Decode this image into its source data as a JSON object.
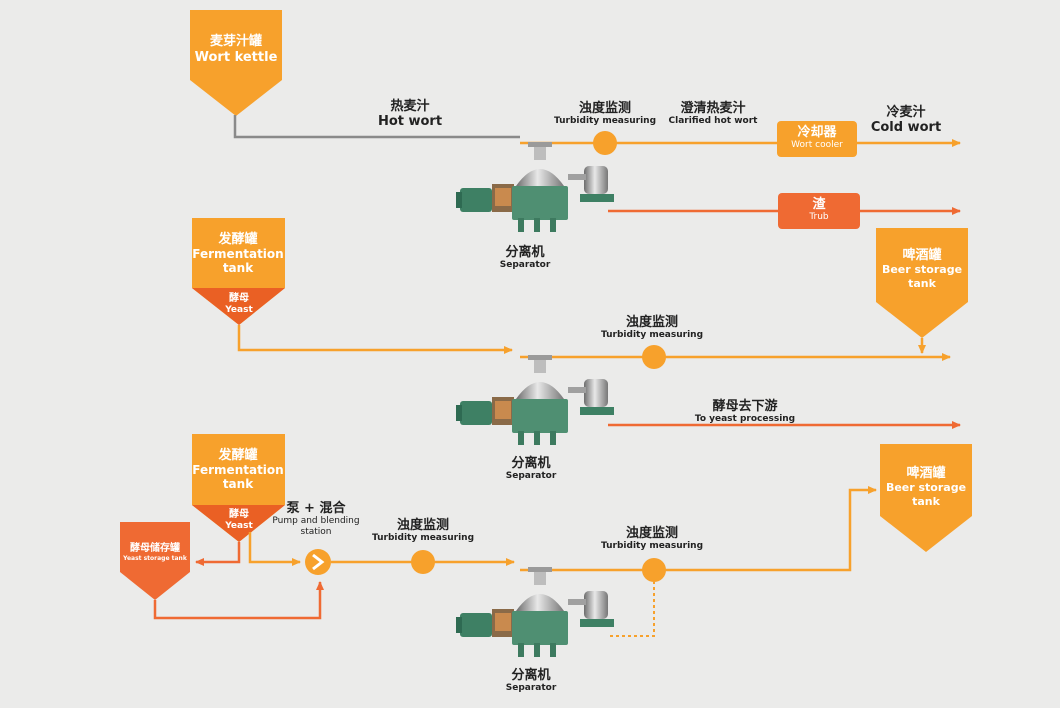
{
  "colors": {
    "orange": "#f7a12c",
    "red_orange": "#ef6a33",
    "dark_orange": "#ea6024",
    "gray_line": "#8a8a8a",
    "machine_green": "#4f8f72"
  },
  "sections": [
    {
      "source_tank": {
        "zh": "麦芽汁罐",
        "en": "Wort kettle"
      },
      "feed_label": {
        "zh": "热麦汁",
        "en": "Hot wort"
      },
      "turbidity": {
        "zh": "浊度监测",
        "en": "Turbidity measuring"
      },
      "clarified": {
        "zh": "澄清热麦汁",
        "en": "Clarified hot wort"
      },
      "cooler": {
        "zh": "冷却器",
        "en": "Wort cooler"
      },
      "output": {
        "zh": "冷麦汁",
        "en": "Cold wort"
      },
      "trub": {
        "zh": "渣",
        "en": "Trub"
      },
      "separator": {
        "zh": "分离机",
        "en": "Separator"
      }
    },
    {
      "source_tank": {
        "zh": "发酵罐",
        "en": "Fermentation tank"
      },
      "yeast": {
        "zh": "酵母",
        "en": "Yeast"
      },
      "turbidity": {
        "zh": "浊度监测",
        "en": "Turbidity measuring"
      },
      "storage_tank": {
        "zh": "啤酒罐",
        "en": "Beer storage tank"
      },
      "yeast_out": {
        "zh": "酵母去下游",
        "en": "To yeast processing"
      },
      "separator": {
        "zh": "分离机",
        "en": "Separator"
      }
    },
    {
      "source_tank": {
        "zh": "发酵罐",
        "en": "Fermentation tank"
      },
      "yeast": {
        "zh": "酵母",
        "en": "Yeast"
      },
      "yeast_storage": {
        "zh": "酵母储存罐",
        "en": "Yeast storage tank"
      },
      "pump": {
        "zh": "泵 + 混合",
        "en": "Pump and blending station"
      },
      "turbidity_1": {
        "zh": "浊度监测",
        "en": "Turbidity measuring"
      },
      "turbidity_2": {
        "zh": "浊度监测",
        "en": "Turbidity measuring"
      },
      "storage_tank": {
        "zh": "啤酒罐",
        "en": "Beer storage tank"
      },
      "separator": {
        "zh": "分离机",
        "en": "Separator"
      }
    }
  ]
}
